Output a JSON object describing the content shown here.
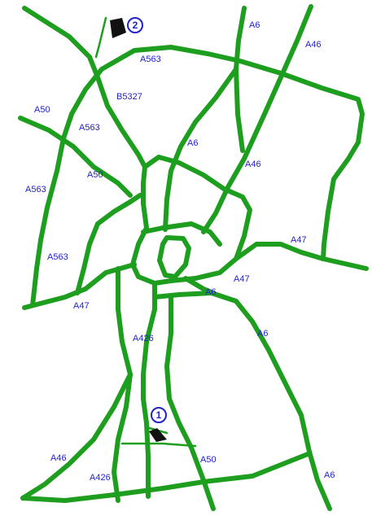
{
  "colors": {
    "road": "#1e9e1e",
    "label": "#2222cc",
    "marker_fill": "#111111",
    "marker_ring": "#2222cc"
  },
  "road_labels": [
    {
      "id": "a6-north",
      "text": "A6"
    },
    {
      "id": "a46-ne",
      "text": "A46"
    },
    {
      "id": "a563-top",
      "text": "A563"
    },
    {
      "id": "b5327",
      "text": "B5327"
    },
    {
      "id": "a50-nw",
      "text": "A50"
    },
    {
      "id": "a563-nw",
      "text": "A563"
    },
    {
      "id": "a6-center",
      "text": "A6"
    },
    {
      "id": "a46-center",
      "text": "A46"
    },
    {
      "id": "a50-west",
      "text": "A50"
    },
    {
      "id": "a563-west",
      "text": "A563"
    },
    {
      "id": "a47-east",
      "text": "A47"
    },
    {
      "id": "a563-sw",
      "text": "A563"
    },
    {
      "id": "a47-center",
      "text": "A47"
    },
    {
      "id": "a6-south-center",
      "text": "A6"
    },
    {
      "id": "a47-west",
      "text": "A47"
    },
    {
      "id": "a6-se",
      "text": "A6"
    },
    {
      "id": "a426-mid",
      "text": "A426"
    },
    {
      "id": "a46-sw",
      "text": "A46"
    },
    {
      "id": "a50-south",
      "text": "A50"
    },
    {
      "id": "a426-south",
      "text": "A426"
    },
    {
      "id": "a6-south",
      "text": "A6"
    }
  ],
  "markers": [
    {
      "id": "marker-1",
      "number": "1"
    },
    {
      "id": "marker-2",
      "number": "2"
    }
  ]
}
